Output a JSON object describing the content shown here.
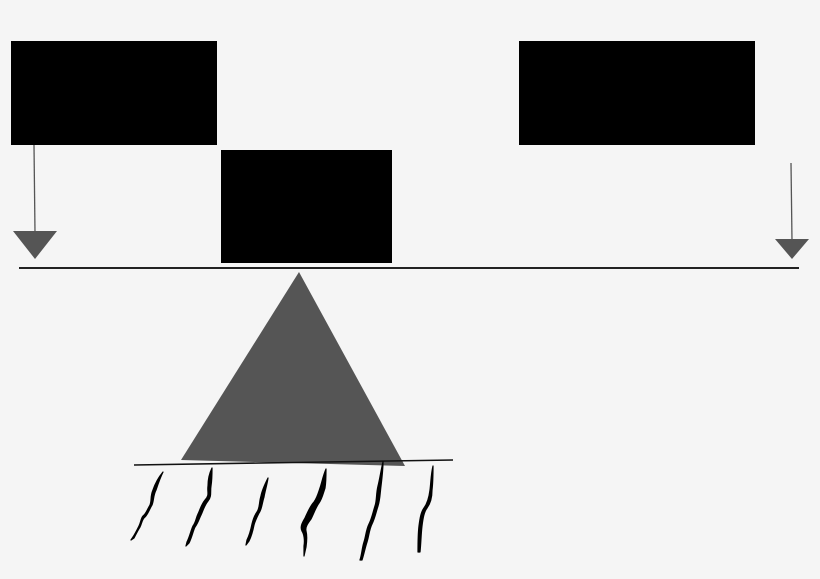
{
  "diagram": {
    "kind": "lever-balance",
    "colors": {
      "background": "#f5f5f5",
      "block": "#000000",
      "fulcrum": "#555555",
      "arrow": "#555555",
      "line": "#222222"
    },
    "blocks": [
      {
        "id": "left-weight",
        "label": ""
      },
      {
        "id": "center-weight",
        "label": ""
      },
      {
        "id": "right-weight",
        "label": ""
      }
    ],
    "force_arrows": [
      {
        "id": "left-force",
        "direction": "down"
      },
      {
        "id": "right-force",
        "direction": "down"
      }
    ],
    "fulcrum": {
      "shape": "triangle"
    },
    "ground": {
      "hatch_count": 6
    }
  }
}
